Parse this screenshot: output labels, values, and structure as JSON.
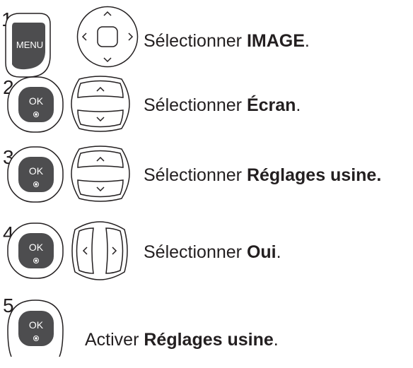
{
  "steps": [
    {
      "number": "1",
      "button_label": "MENU",
      "control": "dpad-4way",
      "text_prefix": "Sélectionner ",
      "text_bold": "IMAGE",
      "text_suffix": "."
    },
    {
      "number": "2",
      "button_label": "OK",
      "control": "updown-rocker",
      "text_prefix": "Sélectionner ",
      "text_bold": "Écran",
      "text_suffix": "."
    },
    {
      "number": "3",
      "button_label": "OK",
      "control": "updown-rocker",
      "text_prefix": "Sélectionner ",
      "text_bold": "Réglages usine.",
      "text_suffix": ""
    },
    {
      "number": "4",
      "button_label": "OK",
      "control": "leftright-rocker",
      "text_prefix": "Sélectionner ",
      "text_bold": "Oui",
      "text_suffix": "."
    },
    {
      "number": "5",
      "button_label": "OK",
      "control": "none",
      "text_prefix": "Activer ",
      "text_bold": "Réglages usine",
      "text_suffix": "."
    }
  ],
  "colors": {
    "button_fill": "#4d4d4f",
    "button_label": "#ffffff",
    "outline": "#231f20"
  }
}
